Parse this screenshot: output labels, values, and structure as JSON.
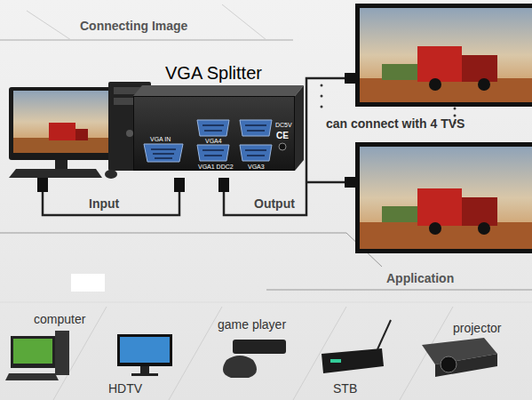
{
  "diagram": {
    "title": "Connecting Image",
    "nodes": [
      {
        "text": [
          "VGA Splitter",
          "VGA IN",
          "VGA4",
          "VGA1 DDC2",
          "VGA3",
          "DC5V",
          "CE"
        ]
      }
    ],
    "labels": [
      "Input",
      "Output",
      "can connect with 4 TVS",
      "Application",
      "computer",
      "HDTV",
      "game player",
      "STB",
      "projector"
    ]
  }
}
